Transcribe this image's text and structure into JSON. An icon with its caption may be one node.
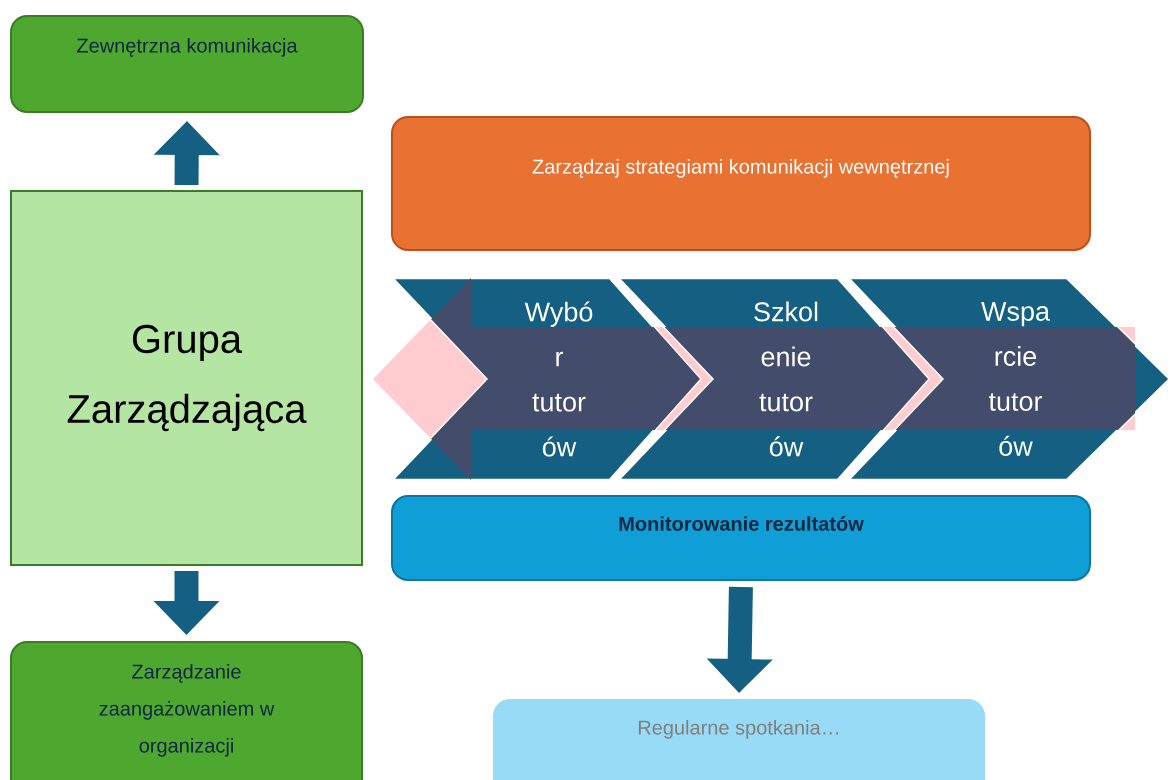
{
  "diagram": {
    "nodes": [
      {
        "text": [
          "Zewnętrzna komunikacja"
        ]
      },
      {
        "text": [
          "Grupa Zarządzająca"
        ]
      },
      {
        "text": [
          "Zarządzanie zaangażowaniem w organizacji"
        ]
      },
      {
        "text": [
          "Zarządzaj strategiami komunikacji wewnętrznej"
        ]
      },
      {
        "text": [
          "Wybó r tutor ów"
        ]
      },
      {
        "text": [
          "Szkol enie tutor ów"
        ]
      },
      {
        "text": [
          "Wspa rcie tutor ów"
        ]
      },
      {
        "text": [
          "Monitorowanie rezultatów"
        ]
      },
      {
        "text": [
          "Regularne spotkania…"
        ]
      }
    ],
    "edges": [
      {
        "from": 1,
        "to": 0,
        "arrow": "to"
      },
      {
        "from": 1,
        "to": 2,
        "arrow": "to"
      },
      {
        "from": 7,
        "to": 8,
        "arrow": "to"
      }
    ]
  }
}
